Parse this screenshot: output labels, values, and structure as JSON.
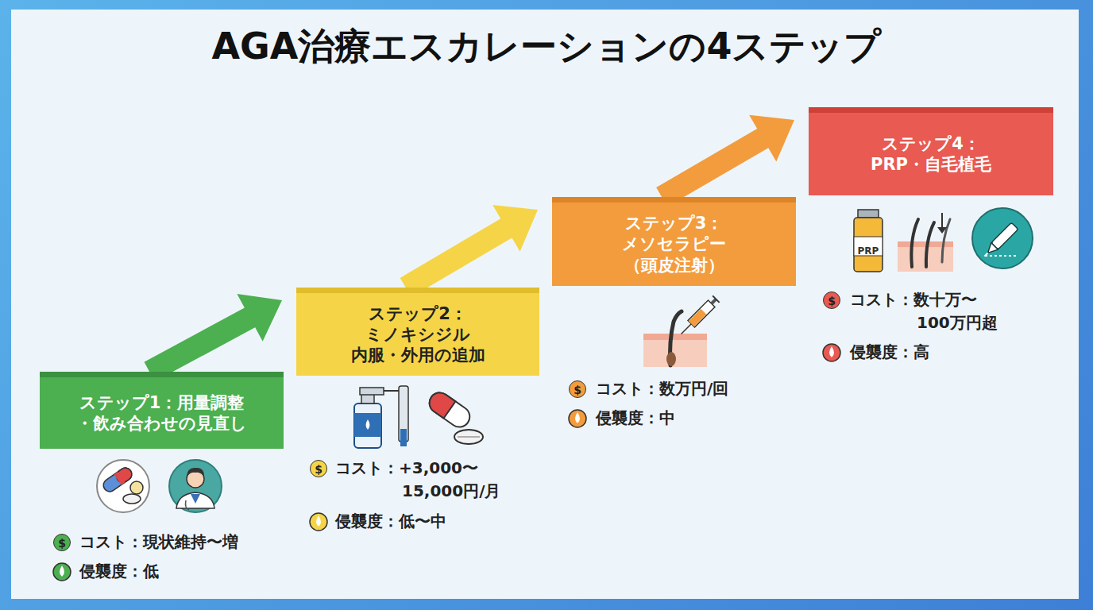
{
  "diagram": {
    "title": "AGA治療エスカレーションの4ステップ",
    "nodes": [
      {
        "text": [
          "ステップ1：用量調整 ・飲み合わせの見直し"
        ]
      },
      {
        "text": [
          "ステップ2： ミノキシジル 内服・外用の追加"
        ]
      },
      {
        "text": [
          "ステップ3： メソセラピー （頭皮注射）"
        ]
      },
      {
        "text": [
          "ステップ4： PRP・自毛植毛"
        ]
      }
    ],
    "edges": [
      {
        "from": 0,
        "to": 1,
        "arrow": "to"
      },
      {
        "from": 1,
        "to": 2,
        "arrow": "to"
      },
      {
        "from": 2,
        "to": 3,
        "arrow": "to"
      }
    ],
    "labels": [
      "$",
      "コスト：現状維持〜増",
      "侵襲度：低",
      "$",
      "コスト：+3,000〜 15,000円/月",
      "侵襲度：低〜中",
      "$",
      "コスト：数万円/回",
      "侵襲度：中",
      "PRP",
      "$",
      "コスト：数十万〜 100万円超",
      "侵襲度：高"
    ]
  }
}
